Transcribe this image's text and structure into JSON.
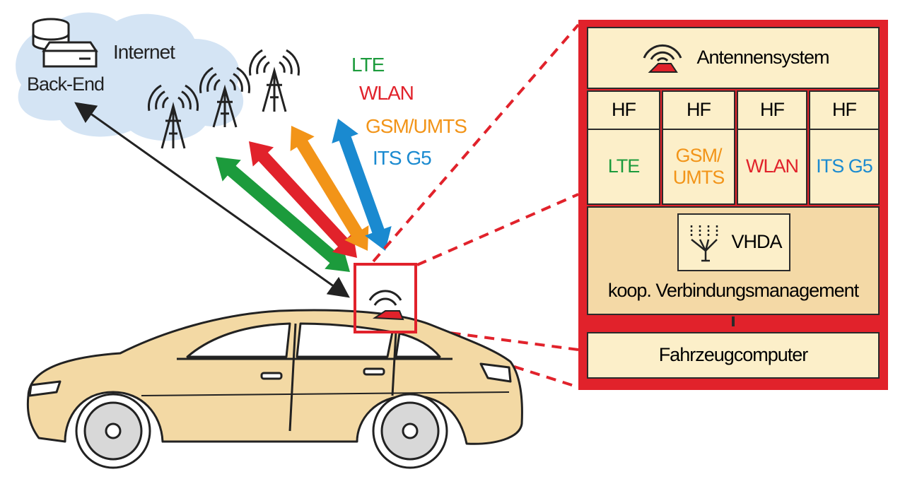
{
  "network": {
    "cloud_label": "Internet",
    "backend_label": "Back-End"
  },
  "technologies": [
    {
      "name": "LTE",
      "color": "#1c9b3c"
    },
    {
      "name": "WLAN",
      "color": "#e1222b"
    },
    {
      "name": "GSM/UMTS",
      "color": "#f29418"
    },
    {
      "name": "ITS G5",
      "color": "#1a8ad0"
    }
  ],
  "module": {
    "antenna_label": "Antennensystem",
    "hf_label": "HF",
    "channels": [
      {
        "label": "LTE",
        "color": "#1c9b3c"
      },
      {
        "label": "GSM/\nUMTS",
        "color": "#f29418"
      },
      {
        "label": "WLAN",
        "color": "#e1222b"
      },
      {
        "label": "ITS G5",
        "color": "#1a8ad0"
      }
    ],
    "vhda_label": "VHDA",
    "management_label": "koop. Verbindungsmanagement",
    "computer_label": "Fahrzeugcomputer"
  },
  "colors": {
    "frame_red": "#e1222b",
    "panel_light": "#fcefc9",
    "panel_dark": "#f4d9a6",
    "car_body": "#f3d9a4",
    "cloud": "#d4e4f4"
  }
}
